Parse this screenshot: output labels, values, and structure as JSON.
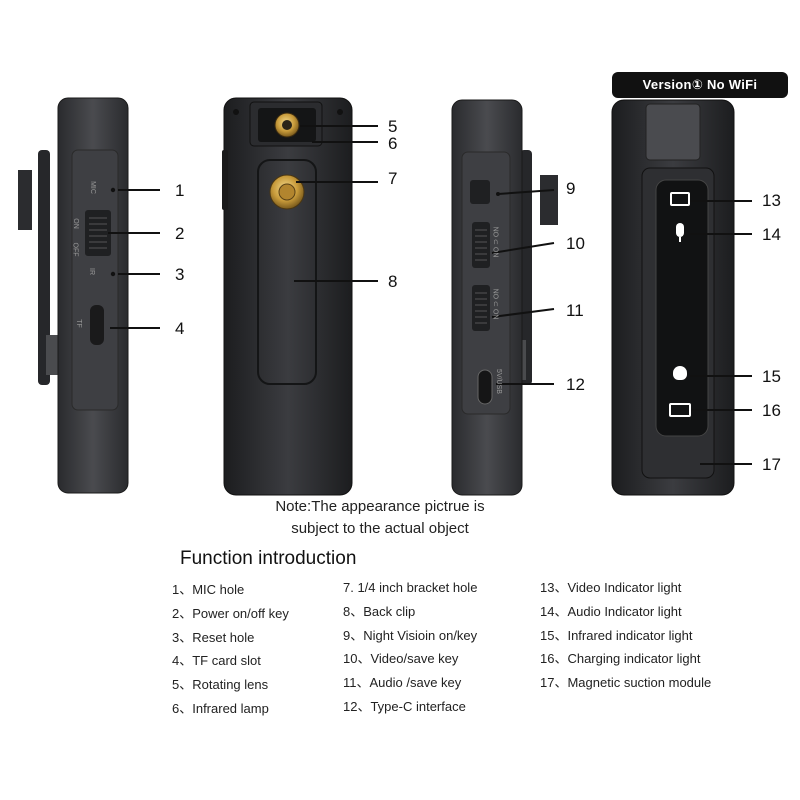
{
  "version_badge": "Version① No WiFi",
  "note": {
    "line1": "Note:The appearance pictrue is",
    "line2": "subject to the actual object"
  },
  "heading": "Function introduction",
  "callouts": [
    "1",
    "2",
    "3",
    "4",
    "5",
    "6",
    "7",
    "8",
    "9",
    "10",
    "11",
    "12",
    "13",
    "14",
    "15",
    "16",
    "17"
  ],
  "device_labels": {
    "mic": "MIC",
    "on": "ON",
    "off": "OFF",
    "ir": "IR",
    "tf": "TF",
    "switch_label": "NO ⊂ ON",
    "usb": "5V/USB"
  },
  "functions": {
    "col1": [
      "1、MIC hole",
      "2、Power on/off key",
      "3、Reset hole",
      "4、TF card slot",
      "5、Rotating lens",
      "6、Infrared lamp"
    ],
    "col2": [
      "7. 1/4 inch bracket hole",
      "8、Back clip",
      "9、Night Visioin on/key",
      "10、Video/save key",
      "11、Audio /save key",
      "12、Type-C interface"
    ],
    "col3": [
      "13、Video Indicator light",
      "14、Audio Indicator light",
      "15、Infrared indicator light",
      "16、Charging indicator light",
      "17、Magnetic suction module"
    ]
  },
  "icons": [
    "video-camera-icon",
    "microphone-icon",
    "infrared-bulb-icon",
    "battery-charging-icon"
  ],
  "colors": {
    "device_body": "#3a3b3e",
    "device_dark": "#1e1f21",
    "lens_gold": "#c9a24a",
    "badge_bg": "#111111"
  }
}
